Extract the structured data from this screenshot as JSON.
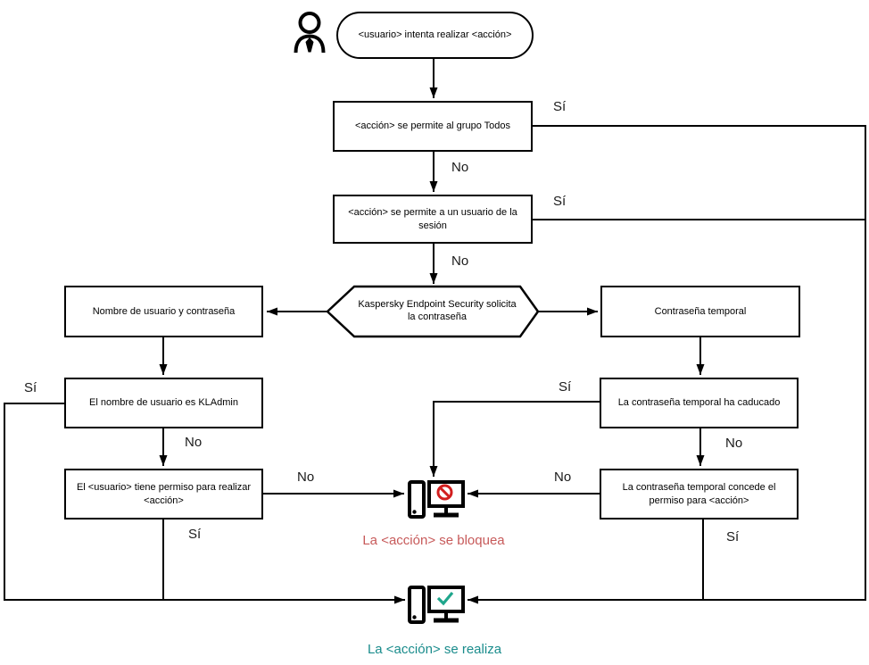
{
  "flow": {
    "start": {
      "text": "<usuario> intenta realizar <acción>"
    },
    "boxes": {
      "allow_group": "<acción> se permite al grupo Todos",
      "allow_session_user": "<acción> se permite a un usuario de la sesión",
      "request_password": "Kaspersky Endpoint Security solicita la contraseña",
      "username_password": "Nombre de usuario y contraseña",
      "temp_password": "Contraseña temporal",
      "is_kladmin": "El nombre de usuario es KLAdmin",
      "user_has_permission": "El <usuario> tiene permiso para realizar <acción>",
      "temp_expired": "La contraseña temporal ha caducado",
      "temp_grants_permission": "La contraseña temporal concede el permiso para <acción>"
    },
    "labels": {
      "yes": "Sí",
      "no": "No"
    },
    "outcomes": {
      "blocked": "La <acción> se bloquea",
      "performed": "La <acción> se realiza"
    },
    "colors": {
      "line": "#000000",
      "blocked_text": "#c75a5a",
      "performed_text": "#1a8c8c",
      "prohibit_sign": "#d21f1f",
      "check_sign": "#1fa68c"
    }
  }
}
